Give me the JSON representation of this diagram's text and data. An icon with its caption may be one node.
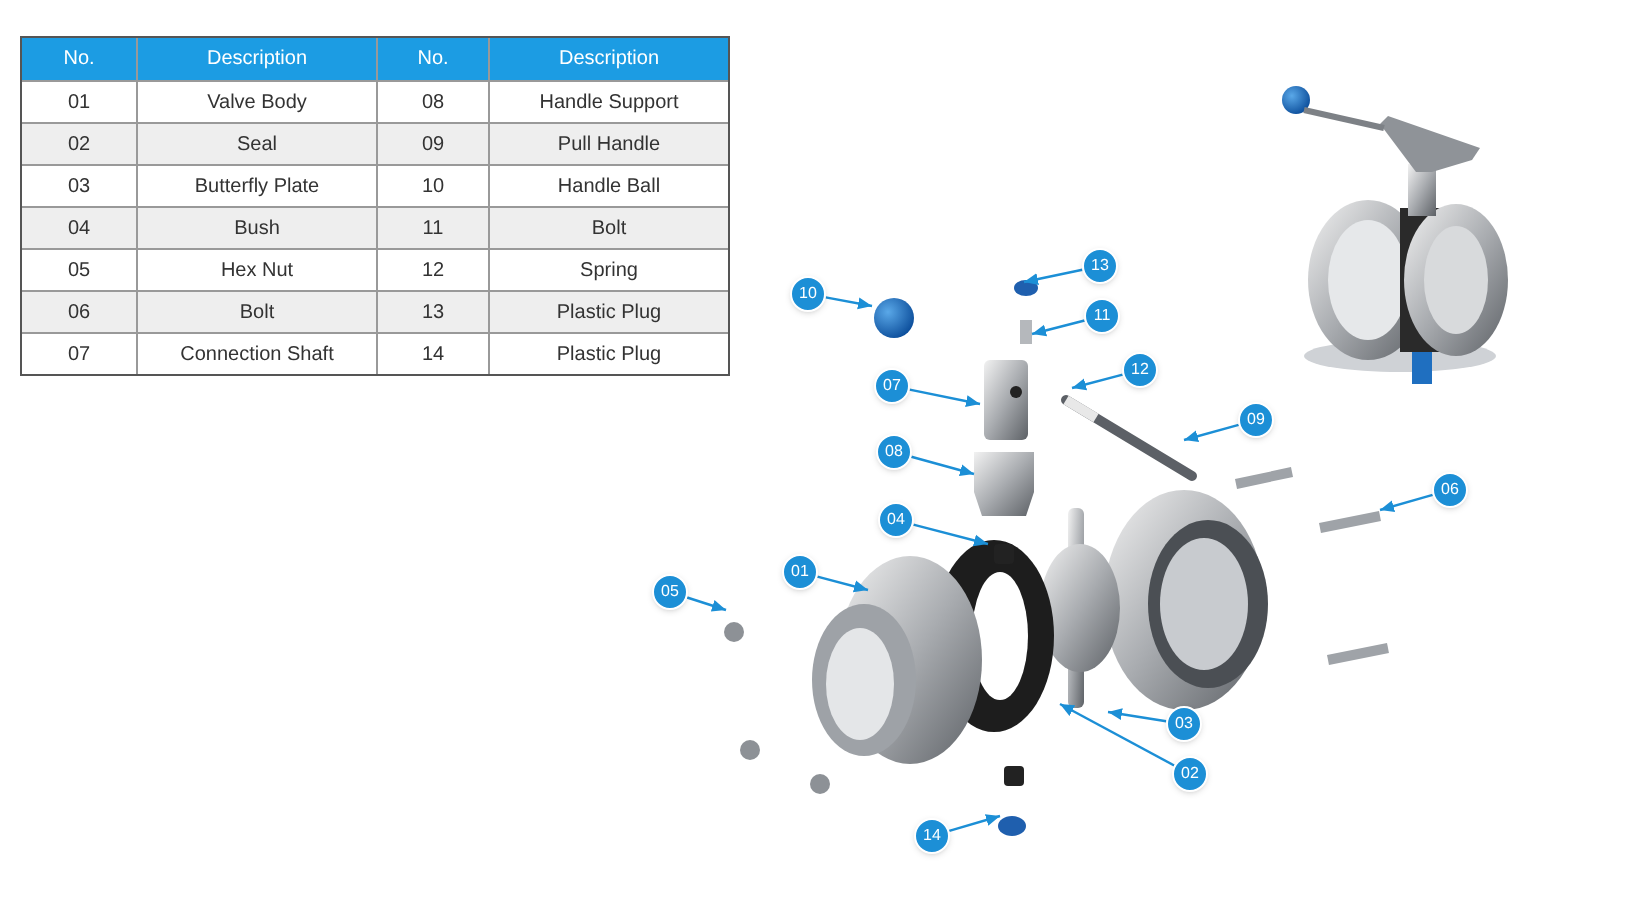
{
  "diagram": {
    "nodes": [
      {
        "text": [
          "13"
        ]
      },
      {
        "text": [
          "10"
        ]
      },
      {
        "text": [
          "11"
        ]
      },
      {
        "text": [
          "07"
        ]
      },
      {
        "text": [
          "12"
        ]
      },
      {
        "text": [
          "09"
        ]
      },
      {
        "text": [
          "08"
        ]
      },
      {
        "text": [
          "04"
        ]
      },
      {
        "text": [
          "06"
        ]
      },
      {
        "text": [
          "01"
        ]
      },
      {
        "text": [
          "05"
        ]
      },
      {
        "text": [
          "03"
        ]
      },
      {
        "text": [
          "02"
        ]
      },
      {
        "text": [
          "14"
        ]
      },
      {
        "text": [],
        "shape": "picture"
      }
    ],
    "edges": [
      {
        "from": 0,
        "to": null,
        "arrow": "to"
      },
      {
        "from": 1,
        "to": 14,
        "arrow": "to"
      },
      {
        "from": 2,
        "to": null,
        "arrow": "to"
      },
      {
        "from": 3,
        "to": null,
        "arrow": "to"
      },
      {
        "from": 4,
        "to": null,
        "arrow": "to"
      },
      {
        "from": 5,
        "to": null,
        "arrow": "to"
      },
      {
        "from": 6,
        "to": null,
        "arrow": "to"
      },
      {
        "from": 7,
        "to": null,
        "arrow": "to"
      },
      {
        "from": 8,
        "to": null,
        "arrow": "to"
      },
      {
        "from": 9,
        "to": null,
        "arrow": "to"
      },
      {
        "from": 10,
        "to": null,
        "arrow": "to"
      },
      {
        "from": 11,
        "to": null,
        "arrow": "to"
      },
      {
        "from": 12,
        "to": null,
        "arrow": "to"
      },
      {
        "from": 13,
        "to": null,
        "arrow": "to"
      }
    ],
    "labels": [
      "No.",
      "Description",
      "No.",
      "Description",
      "01",
      "Valve Body",
      "08",
      "Handle Support",
      "02",
      "Seal",
      "09",
      "Pull Handle",
      "03",
      "Butterfly Plate",
      "10",
      "Handle Ball",
      "04",
      "Bush",
      "11",
      "Bolt",
      "05",
      "Hex Nut",
      "12",
      "Spring",
      "06",
      "Bolt",
      "13",
      "Plastic Plug",
      "07",
      "Connection Shaft",
      "14",
      "Plastic Plug"
    ]
  }
}
